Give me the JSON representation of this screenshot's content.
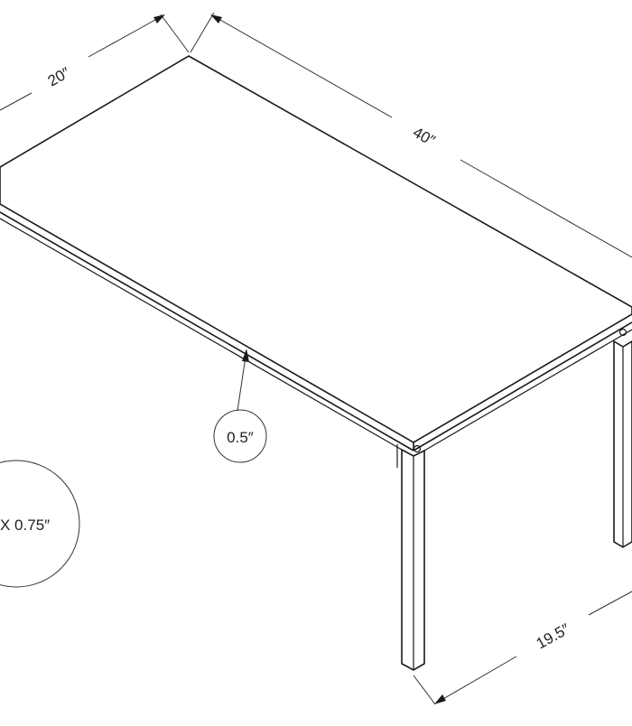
{
  "dimensions": {
    "width_label": "20″",
    "length_label": "40″",
    "top_thickness_label": "0.5″",
    "leg_size_label": "X 0.75″",
    "leg_spacing_label": "19.5″"
  },
  "colors": {
    "line": "#1a1a1a",
    "background": "#ffffff"
  }
}
